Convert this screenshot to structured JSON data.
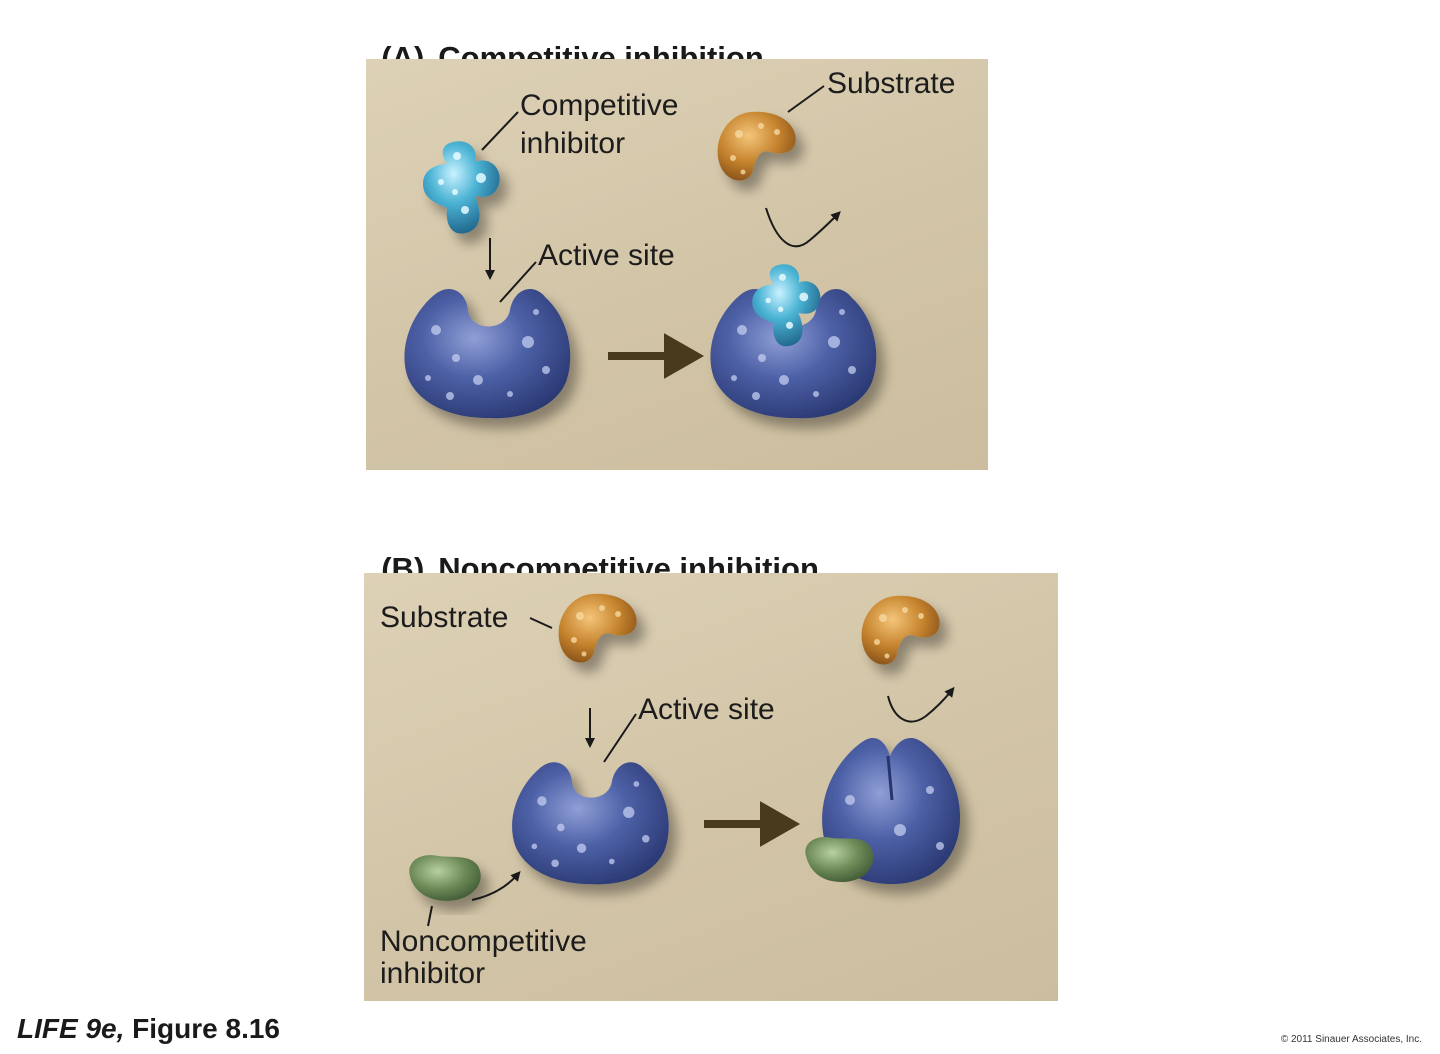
{
  "panel_a": {
    "tag": "(A)",
    "title": "Competitive inhibition",
    "labels": {
      "competitive_inhibitor": [
        "Competitive",
        "inhibitor"
      ],
      "substrate": "Substrate",
      "active_site": "Active site"
    }
  },
  "panel_b": {
    "tag": "(B)",
    "title": "Noncompetitive inhibition",
    "labels": {
      "substrate": "Substrate",
      "active_site": "Active site",
      "noncompetitive_inhibitor": [
        "Noncompetitive",
        "inhibitor"
      ]
    }
  },
  "caption": {
    "book": "LIFE 9e,",
    "figure": "Figure 8.16"
  },
  "copyright": "© 2011 Sinauer Associates, Inc.",
  "colors": {
    "panel_background": "#d6c9ac",
    "enzyme": "#3d4f93",
    "competitive_inhibitor": "#3a9fc0",
    "substrate": "#b4782a",
    "noncompetitive_inhibitor": "#6c8a58",
    "reaction_arrow": "#4a3a1c"
  }
}
